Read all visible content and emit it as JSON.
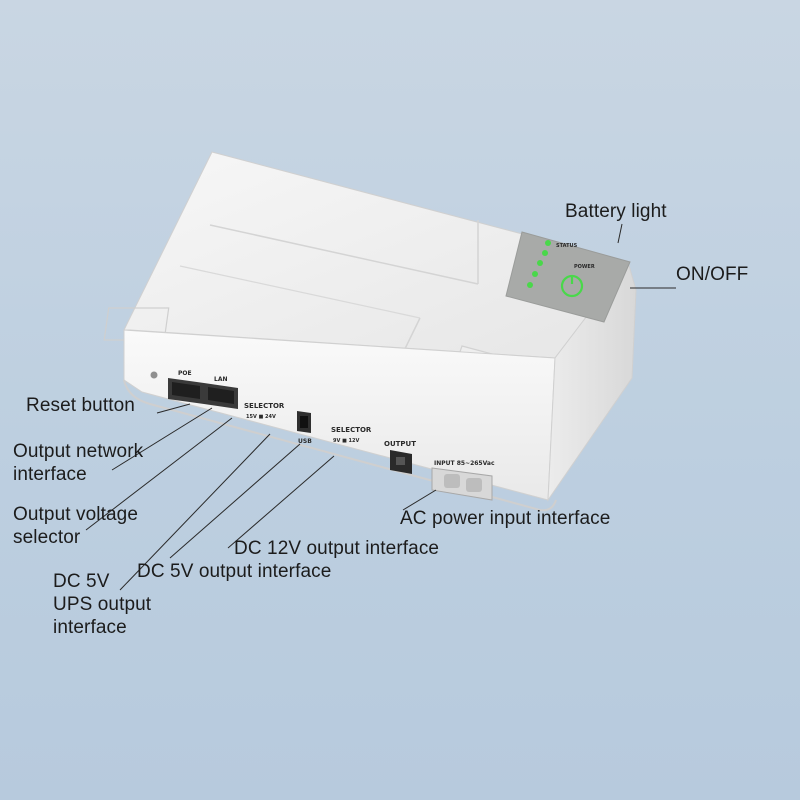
{
  "labels": {
    "battery_light": "Battery light",
    "on_off": "ON/OFF",
    "reset_button": "Reset button",
    "output_network": [
      "Output network",
      "interface"
    ],
    "output_voltage_selector": [
      "Output voltage",
      "selector"
    ],
    "dc5v_ups": [
      "DC 5V",
      "UPS output",
      "interface"
    ],
    "dc12v_output": "DC 12V output interface",
    "dc5v_output": "DC 5V output interface",
    "ac_power_input": "AC power input interface"
  },
  "device_markings": {
    "poe": "POE",
    "lan": "LAN",
    "selector_1": "SELECTOR",
    "selector_1_values": "15V ■ 24V",
    "usb": "USB",
    "selector_2": "SELECTOR",
    "selector_2_values": "9V ■ 12V",
    "output": "OUTPUT",
    "input": "INPUT 85~265Vac",
    "status": "STATUS",
    "power": "POWER"
  },
  "colors": {
    "background": "#c3d3e2",
    "device_body": "#f2f2f2",
    "panel": "#a8aaa8",
    "led": "#49d84a"
  }
}
